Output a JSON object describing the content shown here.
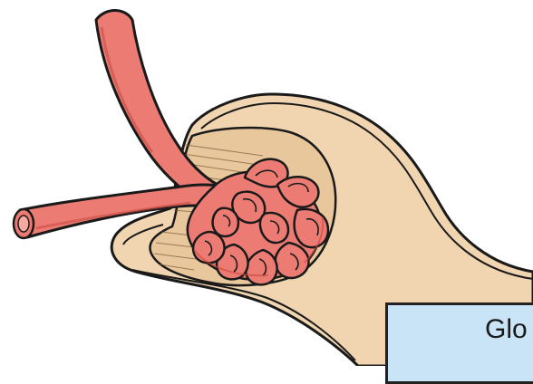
{
  "diagram": {
    "label": "Glo",
    "colors": {
      "capsule_fill": "#f0d5b0",
      "capsule_outline": "#1a1a1a",
      "vessel_fill": "#ec7c73",
      "vessel_dark": "#c9473f",
      "vessel_lumen": "#f4a9a1",
      "interior_fill": "#e9c79c",
      "label_box_fill": "#c9e4f6"
    },
    "parts": [
      "bowman-capsule",
      "glomerulus",
      "afferent-arteriole",
      "efferent-arteriole"
    ]
  }
}
